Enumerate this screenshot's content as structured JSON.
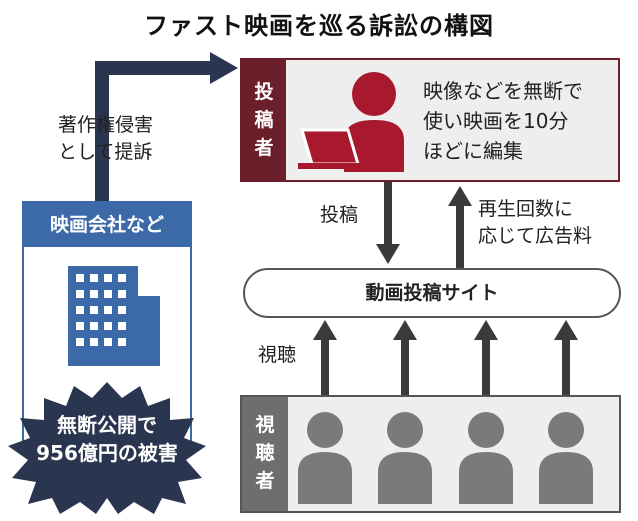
{
  "title": "ファスト映画を巡る訴訟の構図",
  "lawsuit_label": [
    "著作権侵害",
    "として提訴"
  ],
  "poster": {
    "tag": [
      "投",
      "稿",
      "者"
    ],
    "description": [
      "映像などを無断で",
      "使い映画を10分",
      "ほどに編集"
    ]
  },
  "upload_label": "投稿",
  "revenue_label": [
    "再生回数に",
    "応じて広告料"
  ],
  "site_label": "動画投稿サイト",
  "view_label": "視聴",
  "viewers": {
    "tag": [
      "視",
      "聴",
      "者"
    ],
    "count": 4
  },
  "company": {
    "label": "映画会社など",
    "damage": [
      "無断公開で",
      "956億円の被害"
    ]
  },
  "colors": {
    "navy": "#2a3550",
    "maroon": "#6b1f2a",
    "red": "#a8192e",
    "blue": "#3c6aa8",
    "gray": "#6e6e6e",
    "arrow": "#3a3a3a"
  }
}
